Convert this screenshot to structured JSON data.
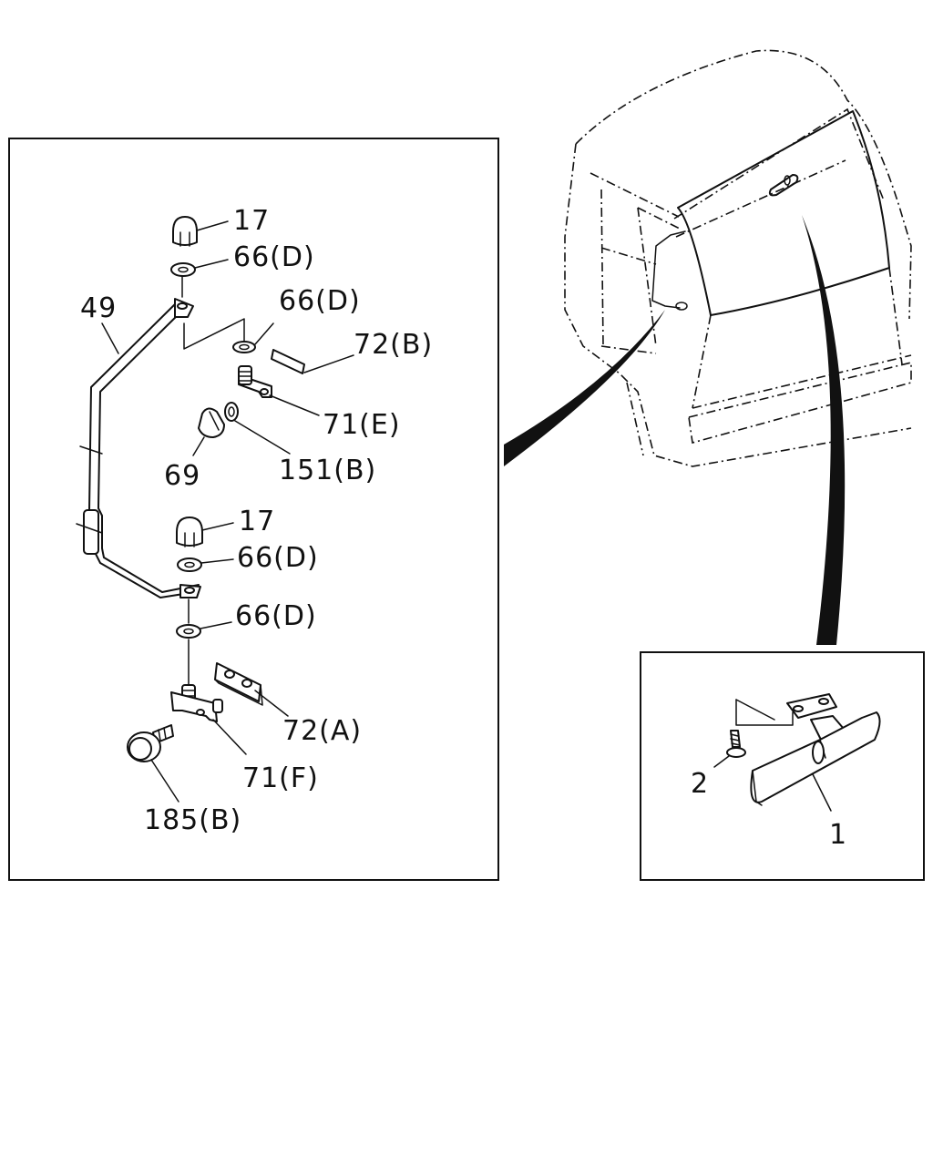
{
  "labels": {
    "p17_top": "17",
    "p66d_1": "66(D)",
    "p49": "49",
    "p66d_2": "66(D)",
    "p72b": "72(B)",
    "p71e": "71(E)",
    "p69": "69",
    "p151b": "151(B)",
    "p17_mid": "17",
    "p66d_3": "66(D)",
    "p66d_4": "66(D)",
    "p72a": "72(A)",
    "p71f": "71(F)",
    "p185b": "185(B)",
    "p2": "2",
    "p1": "1"
  }
}
